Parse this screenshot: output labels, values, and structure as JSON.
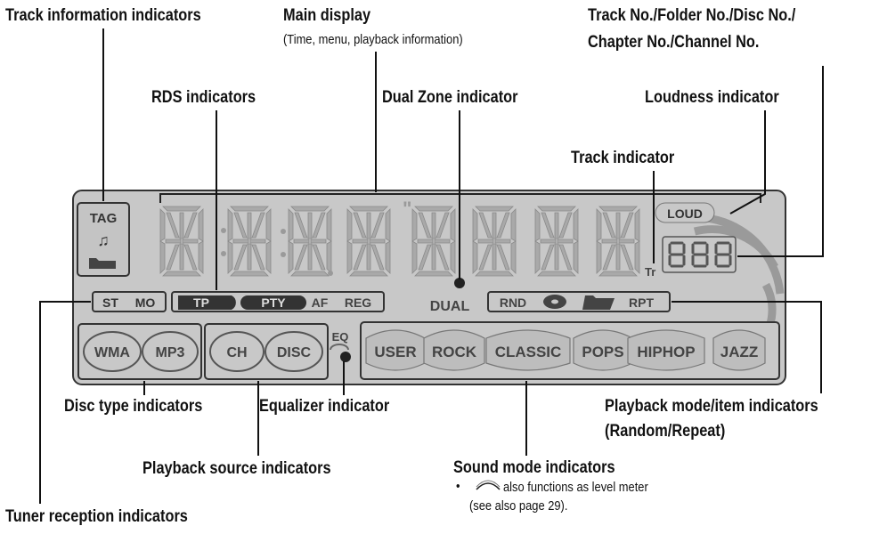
{
  "labels": {
    "track_info": "Track information indicators",
    "main_display": "Main display",
    "main_display_sub": "(Time, menu, playback information)",
    "track_no_line1": "Track No./Folder No./Disc No./",
    "track_no_line2": "Chapter No./Channel No.",
    "rds": "RDS indicators",
    "dual_zone": "Dual Zone indicator",
    "loudness": "Loudness indicator",
    "track_ind": "Track indicator",
    "disc_type": "Disc type indicators",
    "equalizer": "Equalizer indicator",
    "playback_mode_line1": "Playback mode/item indicators",
    "playback_mode_line2": "(Random/Repeat)",
    "playback_source": "Playback source indicators",
    "sound_mode": "Sound mode indicators",
    "sound_note_bullet": "•",
    "sound_note_line1": "also functions as level meter",
    "sound_note_line2": "(see also page 29).",
    "tuner": "Tuner reception indicators"
  },
  "display": {
    "tag": "TAG",
    "loud": "LOUD",
    "tr": "Tr",
    "st": "ST",
    "mo": "MO",
    "tp": "TP",
    "pty": "PTY",
    "af": "AF",
    "reg": "REG",
    "dual": "DUAL",
    "rnd": "RND",
    "rpt": "RPT",
    "eq": "EQ",
    "wma": "WMA",
    "mp3": "MP3",
    "ch": "CH",
    "disc": "DISC",
    "sound_modes": [
      "USER",
      "ROCK",
      "CLASSIC",
      "POPS",
      "HIPHOP",
      "JAZZ"
    ]
  },
  "colors": {
    "lcd_bg": "#c8c8c8",
    "segment": "#a9a9a9",
    "dark": "#333333"
  }
}
